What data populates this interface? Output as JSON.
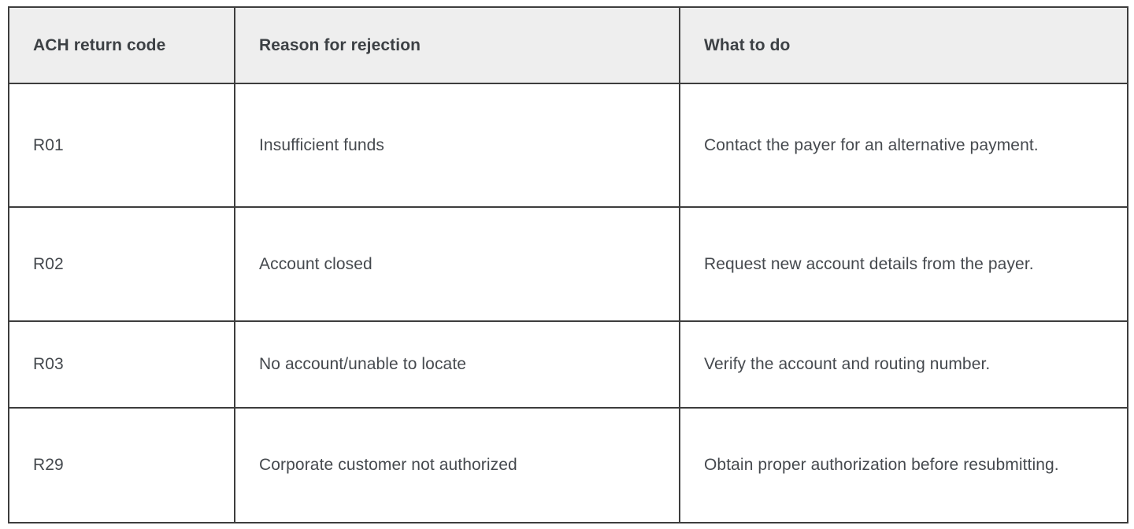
{
  "table": {
    "headers": {
      "code": "ACH return code",
      "reason": "Reason for rejection",
      "action": "What to do"
    },
    "rows": [
      {
        "code": "R01",
        "reason": "Insufficient funds",
        "action": "Contact the payer for an alternative payment."
      },
      {
        "code": "R02",
        "reason": "Account closed",
        "action": "Request new account details from the payer."
      },
      {
        "code": "R03",
        "reason": "No account/unable to locate",
        "action": "Verify the account and routing number."
      },
      {
        "code": "R29",
        "reason": "Corporate customer not authorized",
        "action": "Obtain proper authorization before resubmitting."
      }
    ]
  },
  "colors": {
    "header_background": "#eeeeee",
    "border": "#3d3d3d",
    "text": "#45494e"
  }
}
